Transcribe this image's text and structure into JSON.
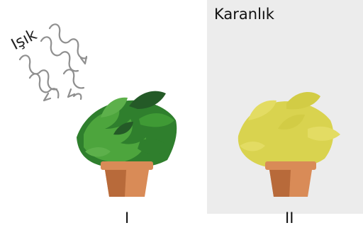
{
  "light": {
    "label": "Işık"
  },
  "dark": {
    "label": "Karanlık"
  },
  "plants": [
    {
      "label": "I",
      "state": "green (in light)"
    },
    {
      "label": "II",
      "state": "yellow (in darkness)"
    }
  ],
  "colors": {
    "dark_background": "#ececec",
    "healthy_leaf": "#3f9a35",
    "healthy_leaf_dark": "#245a27",
    "pale_leaf": "#d9d34f",
    "pot": "#d98b57",
    "pot_shadow": "#b86a3a",
    "light_ray": "#8f8f8f"
  }
}
